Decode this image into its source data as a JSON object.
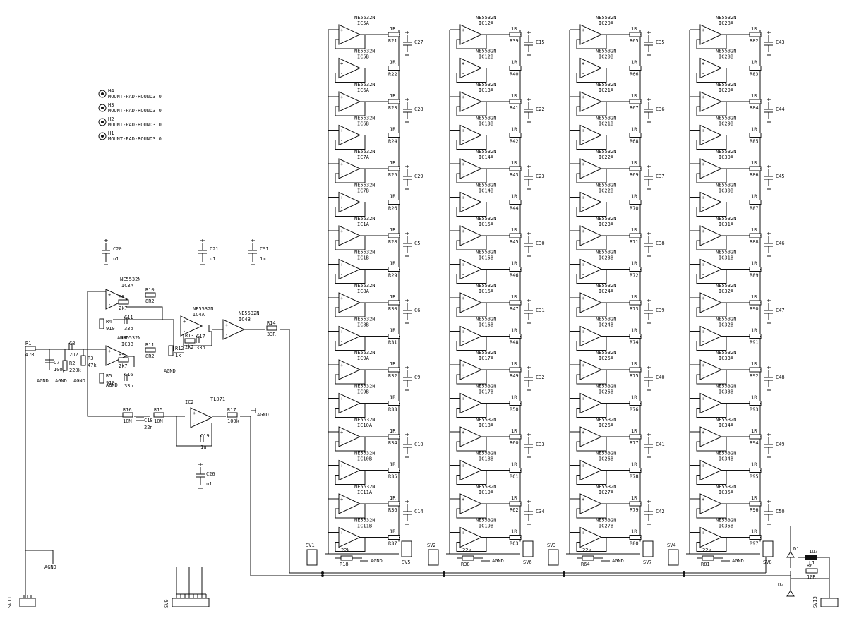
{
  "mount_pads": [
    {
      "name": "H4",
      "value": "MOUNT-PAD-ROUND3.0"
    },
    {
      "name": "H3",
      "value": "MOUNT-PAD-ROUND3.0"
    },
    {
      "name": "H2",
      "value": "MOUNT-PAD-ROUND3.0"
    },
    {
      "name": "H1",
      "value": "MOUNT-PAD-ROUND3.0"
    }
  ],
  "opamp_type": "NE5532N",
  "channel_resistor_value": "1R",
  "columns": [
    {
      "opamps": [
        "IC5A",
        "IC5B",
        "IC6A",
        "IC6B",
        "IC7A",
        "IC7B",
        "IC1A",
        "IC1B",
        "IC8A",
        "IC8B",
        "IC9A",
        "IC9B",
        "IC10A",
        "IC10B",
        "IC11A",
        "IC11B"
      ],
      "resistors": [
        "R21",
        "R22",
        "R23",
        "R24",
        "R25",
        "R26",
        "R28",
        "R29",
        "R30",
        "R31",
        "R32",
        "R33",
        "R34",
        "R35",
        "R36",
        "R37"
      ],
      "caps": [
        "C27",
        "C28",
        "C29",
        "C5",
        "C6",
        "C9",
        "C10",
        "C14"
      ],
      "load": {
        "name": "R18",
        "value": "22k"
      },
      "connector_in": "SV1",
      "connector_out": "SV5",
      "gnd": "AGND"
    },
    {
      "opamps": [
        "IC12A",
        "IC12B",
        "IC13A",
        "IC13B",
        "IC14A",
        "IC14B",
        "IC15A",
        "IC15B",
        "IC16A",
        "IC16B",
        "IC17A",
        "IC17B",
        "IC18A",
        "IC18B",
        "IC19A",
        "IC19B"
      ],
      "resistors": [
        "R39",
        "R40",
        "R41",
        "R42",
        "R43",
        "R44",
        "R45",
        "R46",
        "R47",
        "R48",
        "R49",
        "R50",
        "R60",
        "R61",
        "R62",
        "R63"
      ],
      "caps": [
        "C15",
        "C22",
        "C23",
        "C30",
        "C31",
        "C32",
        "C33",
        "C34"
      ],
      "load": {
        "name": "R38",
        "value": "22k"
      },
      "connector_in": "SV2",
      "connector_out": "SV6",
      "gnd": "AGND"
    },
    {
      "opamps": [
        "IC20A",
        "IC20B",
        "IC21A",
        "IC21B",
        "IC22A",
        "IC22B",
        "IC23A",
        "IC23B",
        "IC24A",
        "IC24B",
        "IC25A",
        "IC25B",
        "IC26A",
        "IC26B",
        "IC27A",
        "IC27B"
      ],
      "resistors": [
        "R65",
        "R66",
        "R67",
        "R68",
        "R69",
        "R70",
        "R71",
        "R72",
        "R73",
        "R74",
        "R75",
        "R76",
        "R77",
        "R78",
        "R79",
        "R80"
      ],
      "caps": [
        "C35",
        "C36",
        "C37",
        "C38",
        "C39",
        "C40",
        "C41",
        "C42"
      ],
      "load": {
        "name": "R64",
        "value": "22k"
      },
      "connector_in": "SV3",
      "connector_out": "SV7",
      "gnd": "AGND"
    },
    {
      "opamps": [
        "IC28A",
        "IC28B",
        "IC29A",
        "IC29B",
        "IC30A",
        "IC30B",
        "IC31A",
        "IC31B",
        "IC32A",
        "IC32B",
        "IC33A",
        "IC33B",
        "IC34A",
        "IC34B",
        "IC35A",
        "IC35B"
      ],
      "resistors": [
        "R82",
        "R83",
        "R84",
        "R85",
        "R86",
        "R87",
        "R88",
        "R89",
        "R90",
        "R91",
        "R92",
        "R93",
        "R94",
        "R95",
        "R96",
        "R97"
      ],
      "caps": [
        "C43",
        "C44",
        "C45",
        "C46",
        "C47",
        "C48",
        "C49",
        "C50"
      ],
      "load": {
        "name": "R81",
        "value": "22k"
      },
      "connector_in": "SV4",
      "connector_out": "SV8",
      "gnd": "AGND"
    }
  ],
  "supply_caps": [
    {
      "name": "C20",
      "value": "u1"
    },
    {
      "name": "C21",
      "value": "u1"
    },
    {
      "name": "CS1",
      "value": "1m"
    },
    {
      "name": "C26",
      "value": "u1"
    }
  ],
  "input_stage": {
    "opamps": [
      {
        "name": "IC3A",
        "type": "NE5532N"
      },
      {
        "name": "IC3B",
        "type": "NE5532N"
      },
      {
        "name": "IC4A",
        "type": "NE5532N"
      },
      {
        "name": "IC4B",
        "type": "NE5532N"
      },
      {
        "name": "IC2",
        "type": "TL071"
      }
    ],
    "parts": [
      {
        "name": "R1",
        "value": "47R"
      },
      {
        "name": "C7",
        "value": "100p"
      },
      {
        "name": "C8",
        "value": "2u2"
      },
      {
        "name": "R2",
        "value": "220k"
      },
      {
        "name": "R3",
        "value": "47k"
      },
      {
        "name": "R4",
        "value": "910"
      },
      {
        "name": "R5",
        "value": "910"
      },
      {
        "name": "R8",
        "value": "2k7"
      },
      {
        "name": "R9",
        "value": "2k7"
      },
      {
        "name": "C11",
        "value": "33p"
      },
      {
        "name": "C16",
        "value": "33p"
      },
      {
        "name": "R10",
        "value": "8R2"
      },
      {
        "name": "R11",
        "value": "8R2"
      },
      {
        "name": "R12",
        "value": "1k"
      },
      {
        "name": "R13",
        "value": "2k2"
      },
      {
        "name": "C17",
        "value": "33p"
      },
      {
        "name": "R14",
        "value": "33R"
      },
      {
        "name": "R16",
        "value": "10M"
      },
      {
        "name": "C18",
        "value": "22n"
      },
      {
        "name": "R15",
        "value": "10M"
      },
      {
        "name": "R17",
        "value": "100k"
      },
      {
        "name": "C19",
        "value": "1u"
      }
    ],
    "gnd": "AGND",
    "connectors": [
      "SV11",
      "SV9"
    ]
  },
  "power": {
    "d1": "D1",
    "d2": "D2",
    "inductor": {
      "name": "L1",
      "value": "1u7"
    },
    "resistor": {
      "name": "R6",
      "value": "10R"
    },
    "connector": "SV13"
  }
}
